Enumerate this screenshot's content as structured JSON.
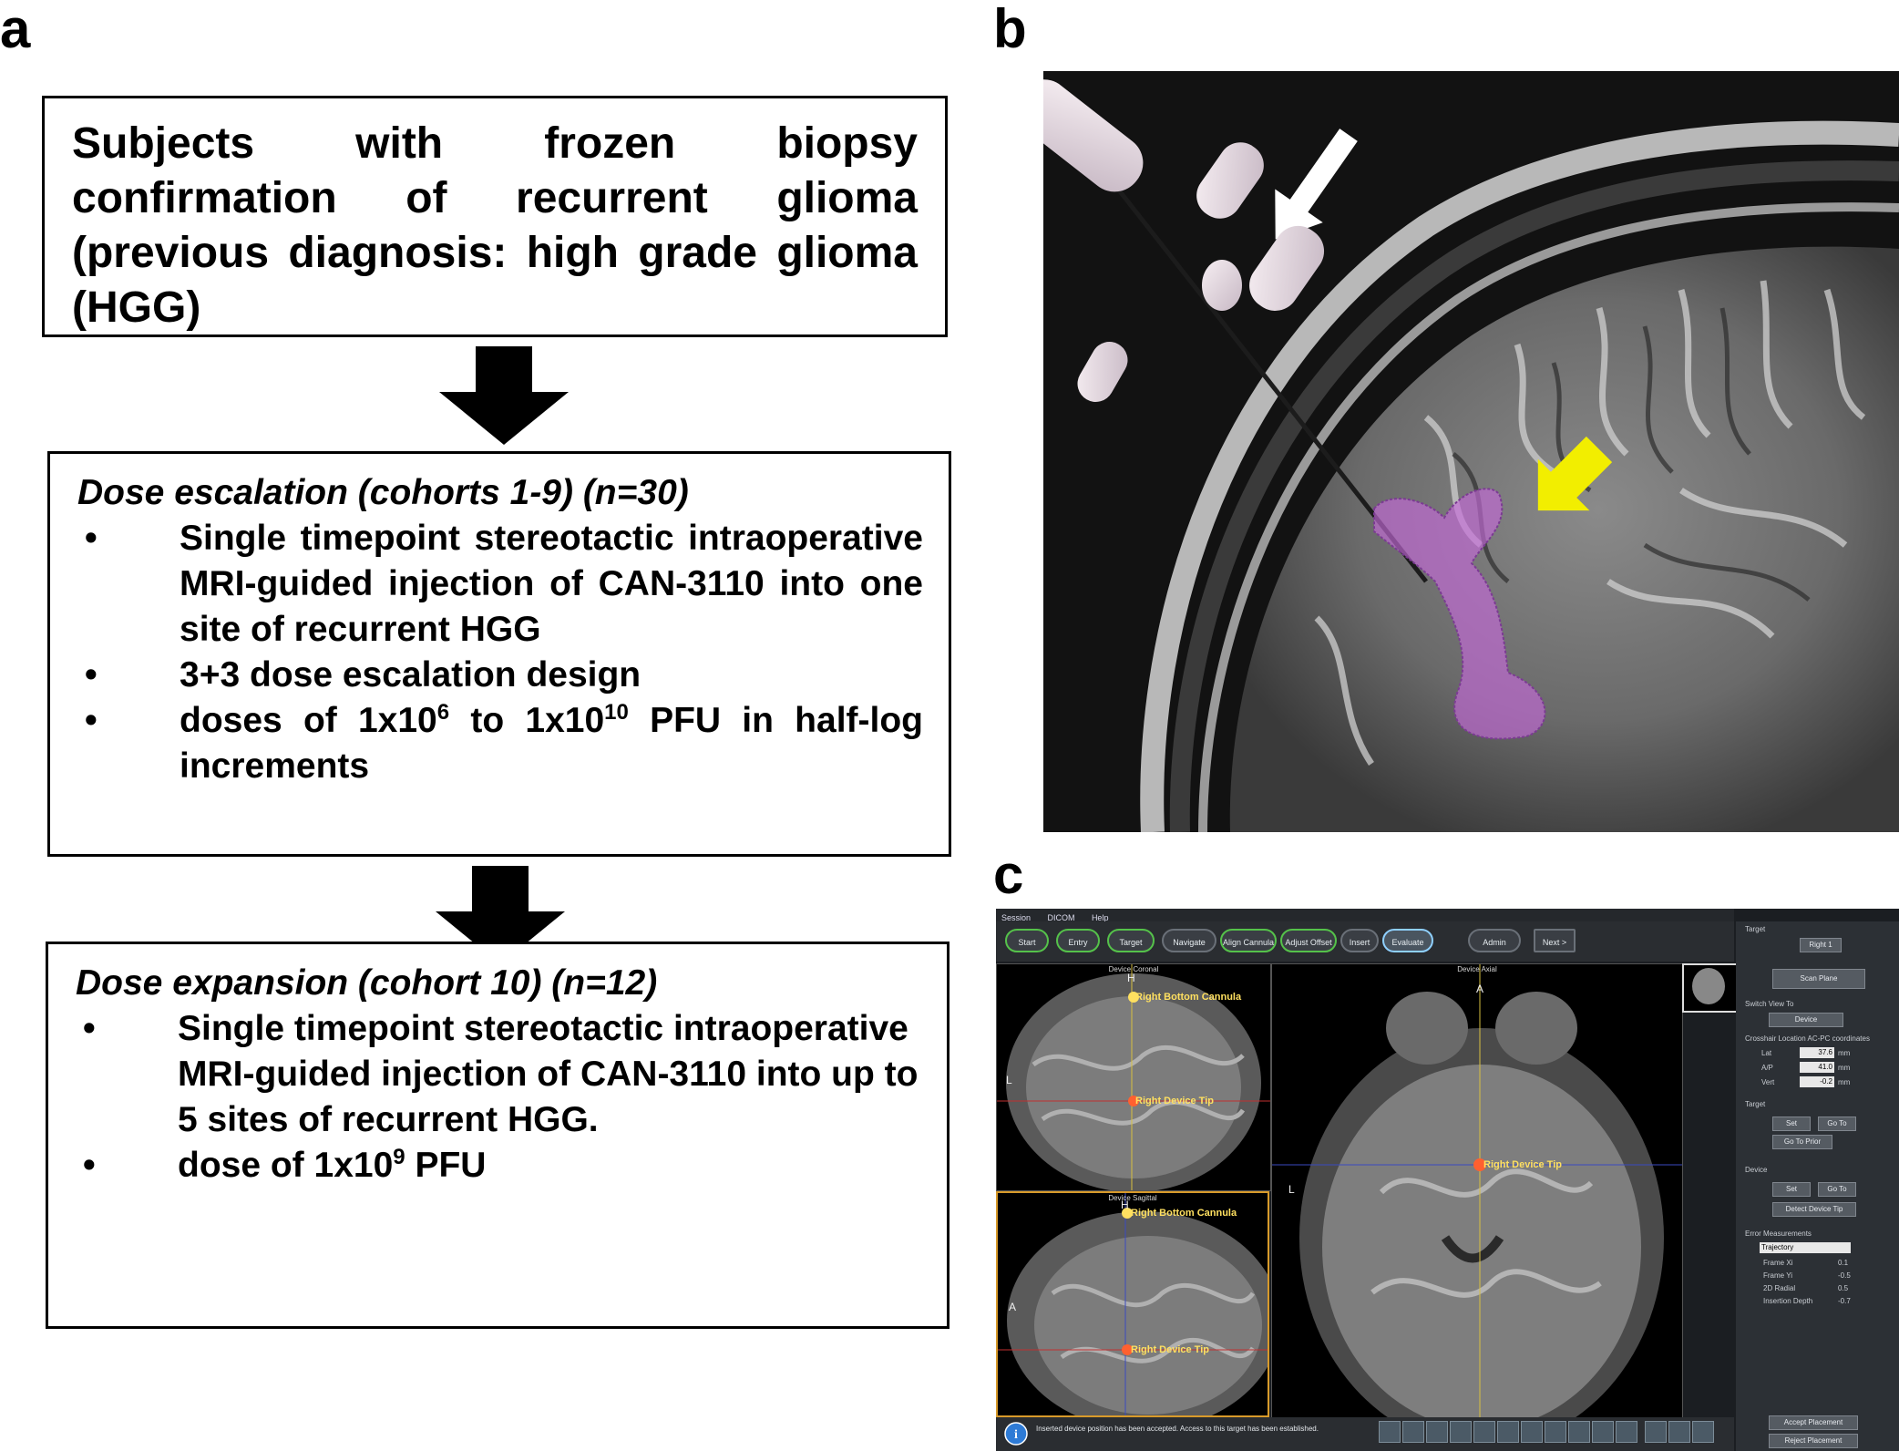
{
  "panel_labels": {
    "a": "a",
    "b": "b",
    "c": "c"
  },
  "flowchart": {
    "box1": {
      "text": "Subjects with frozen biopsy confirmation of recurrent glioma (previous diagnosis: high grade glioma (HGG)"
    },
    "box2": {
      "header": "Dose escalation (cohorts 1-9) (n=30)",
      "bullet": "•",
      "items": {
        "i1": "Single timepoint stereotactic intraoperative MRI-guided injection of CAN-3110 into one site of recurrent HGG",
        "i2": "3+3 dose escalation design",
        "i3_pre": "doses of 1x10",
        "i3_sup1": "6",
        "i3_mid": " to 1x10",
        "i3_sup2": "10",
        "i3_post": " PFU in half-log increments"
      }
    },
    "box3": {
      "header": "Dose expansion (cohort 10) (n=12)",
      "bullet": "•",
      "items": {
        "i1": "Single timepoint stereotactic intraoperative MRI-guided injection of CAN-3110 into up to 5 sites of recurrent HGG.",
        "i2_pre": "dose of 1x10",
        "i2_sup": "9",
        "i2_post": " PFU"
      }
    }
  },
  "software": {
    "menu": [
      "Session",
      "DICOM",
      "Help"
    ],
    "toolbar": [
      "Start",
      "Entry",
      "Target",
      "Navigate",
      "Align Cannula",
      "Adjust Offset",
      "Insert",
      "Evaluate",
      "Admin",
      "Next >"
    ],
    "viewports": {
      "coronal": {
        "title": "Device Coronal",
        "top_label": "Right Bottom Cannula",
        "tip_label": "Right Device Tip",
        "orient_top": "H",
        "orient_left": "L"
      },
      "sagittal": {
        "title": "Device Sagittal",
        "top_label": "Right Bottom Cannula",
        "tip_label": "Right Device Tip",
        "orient_top": "H",
        "orient_left": "A"
      },
      "axial": {
        "title": "Device Axial",
        "tip_label": "Right Device Tip",
        "orient_top": "A",
        "orient_left": "L"
      }
    },
    "side_panel": {
      "target_label": "Target",
      "target_value": "Right 1",
      "scan_plane": "Scan Plane",
      "switch_view_label": "Switch View To",
      "switch_view_value": "Device",
      "crosshair_label": "Crosshair Location",
      "crosshair_mode": "AC-PC",
      "crosshair_suffix": "coordinates",
      "lat_label": "Lat",
      "lat_value": "37.6",
      "ap_label": "A/P",
      "ap_value": "41.0",
      "vert_label": "Vert",
      "vert_value": "-0.2",
      "unit_mm": "mm",
      "target_section": "Target",
      "set": "Set",
      "go_to": "Go To",
      "go_to_prior": "Go To Prior",
      "device_section": "Device",
      "detect_device_tip": "Detect Device Tip",
      "error_label": "Error Measurements",
      "error_mode": "Trajectory",
      "frame_x_label": "Frame Xi",
      "frame_x_value": "0.1",
      "frame_y_label": "Frame Yi",
      "frame_y_value": "-0.5",
      "radial_label": "2D Radial",
      "radial_value": "0.5",
      "depth_label": "Insertion Depth",
      "depth_value": "-0.7",
      "accept": "Accept Placement",
      "reject": "Reject Placement"
    },
    "status_message": "Inserted device position has been accepted. Access to this target has been established."
  },
  "colors": {
    "mask": "#c46ad8",
    "yellow_arrow": "#f2ee00",
    "ui_dark": "#1b1e22"
  }
}
